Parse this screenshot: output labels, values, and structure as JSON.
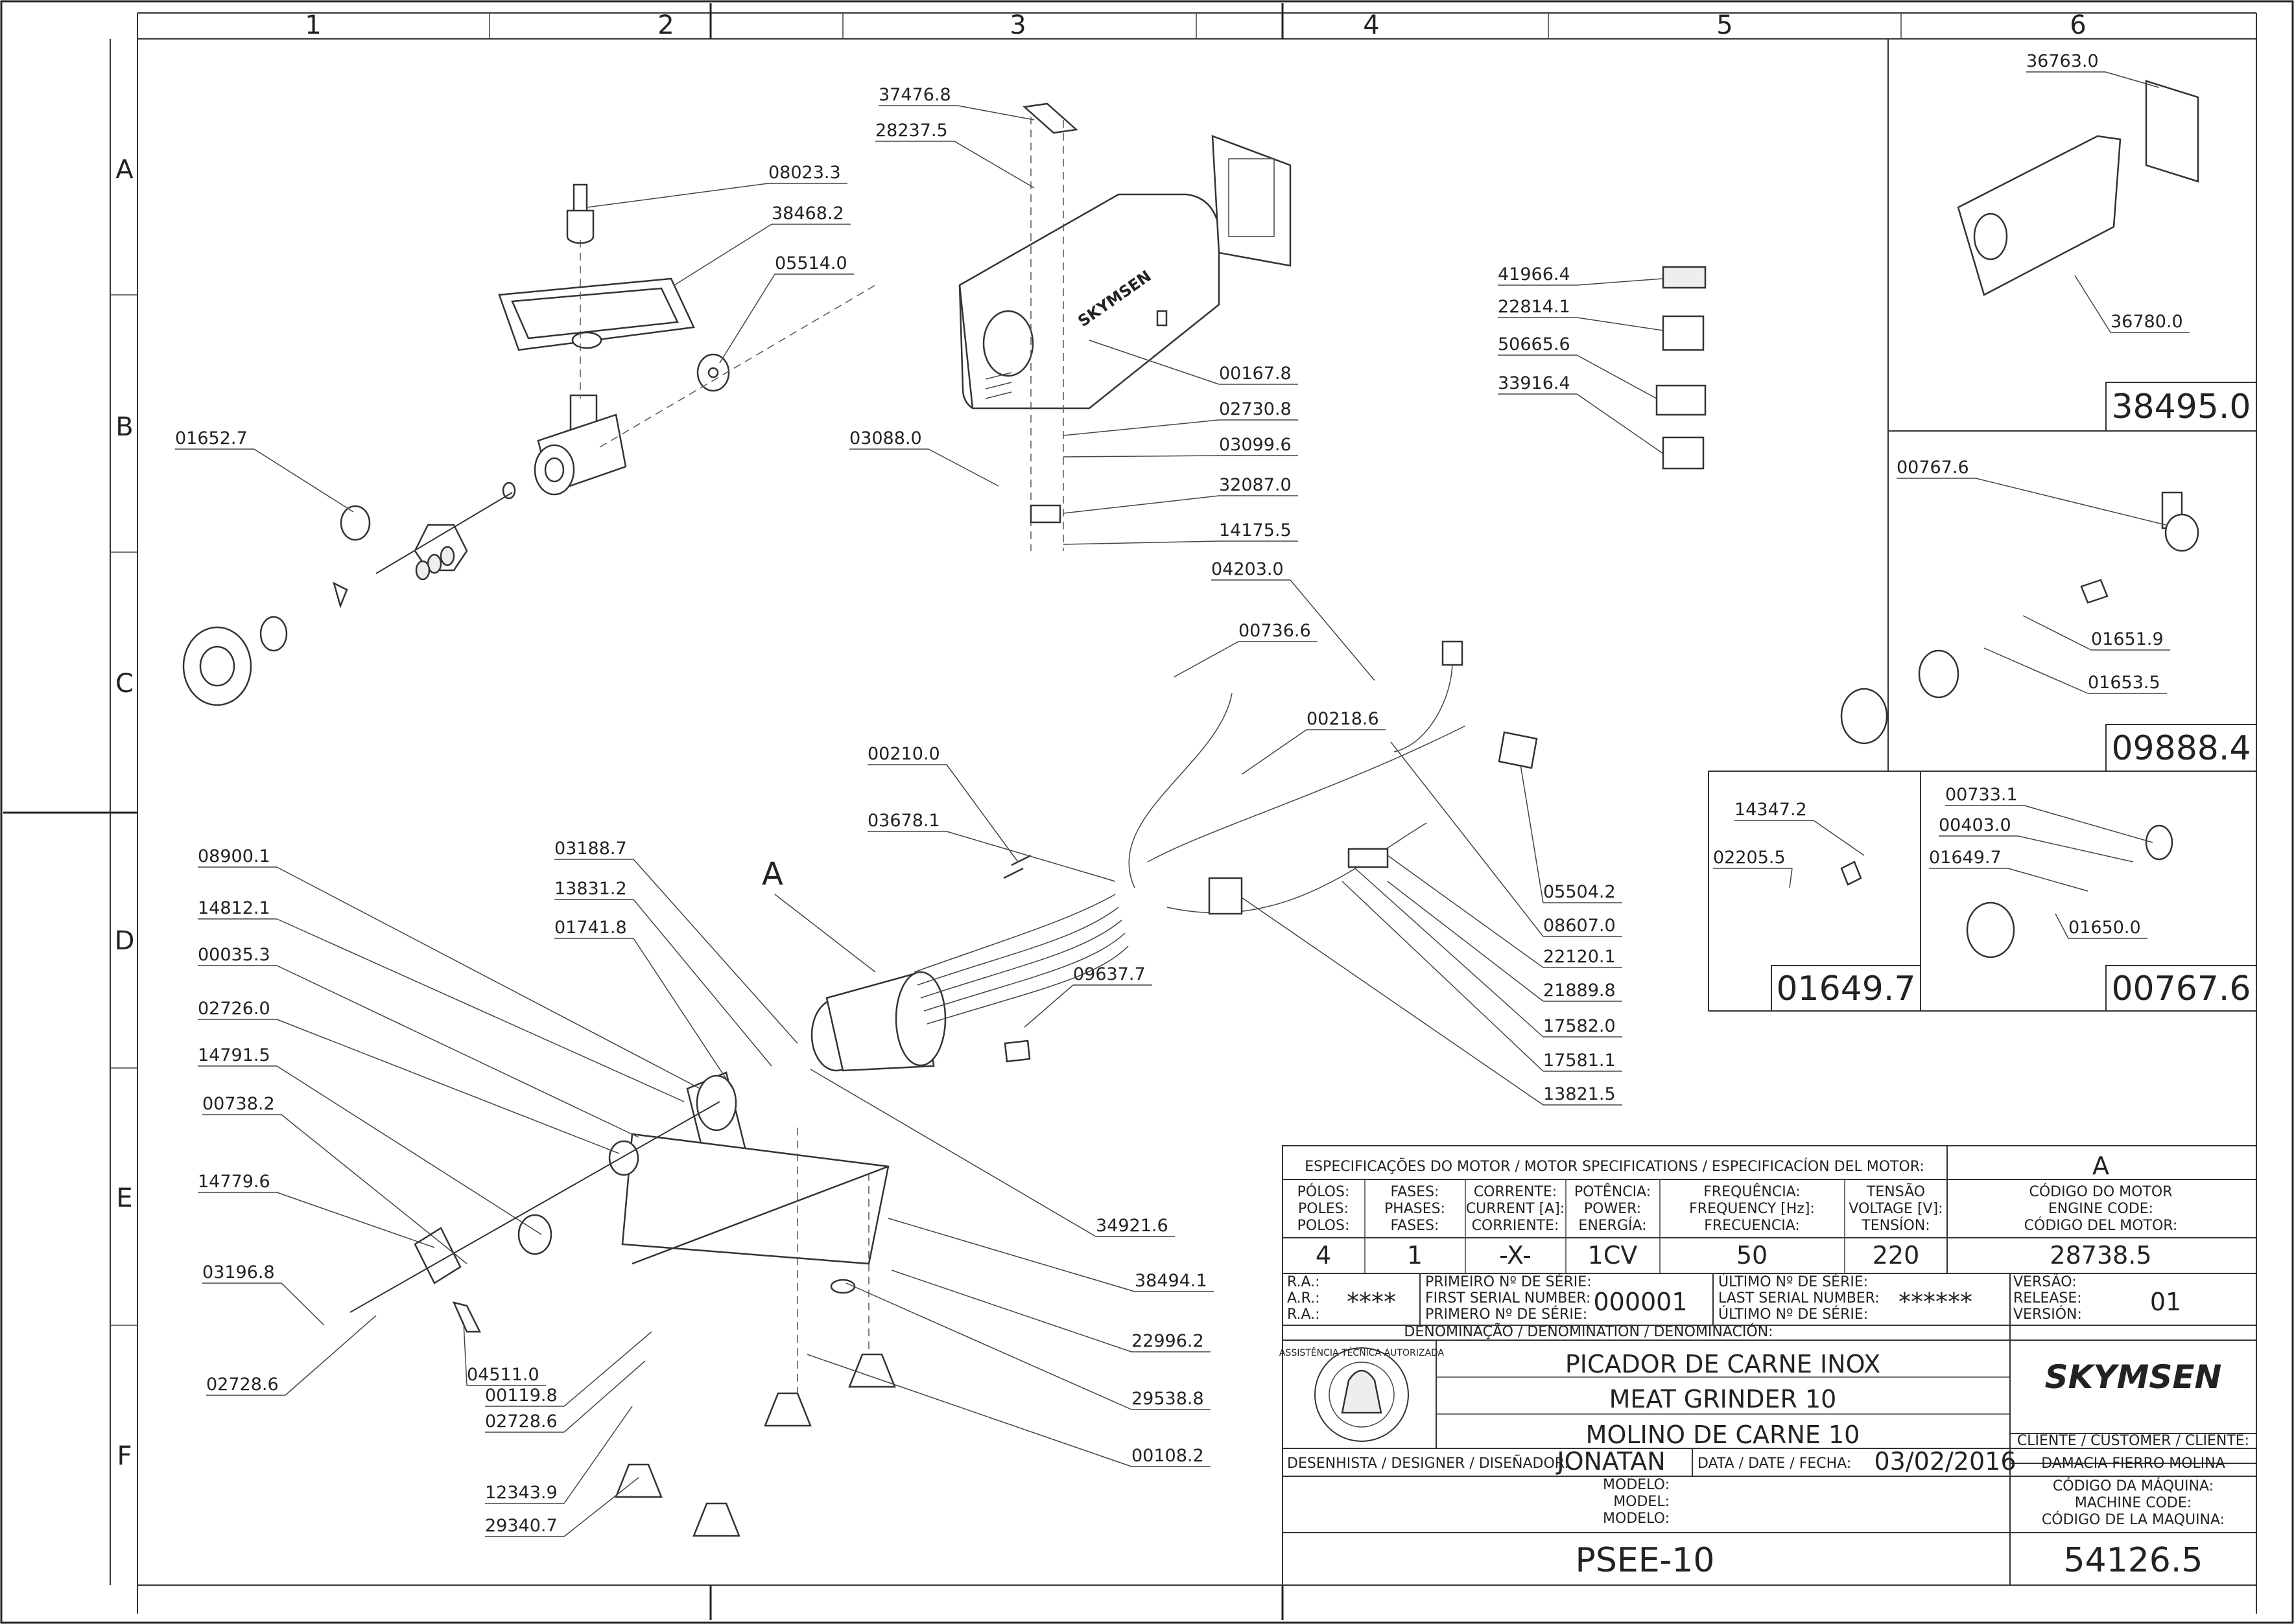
{
  "grid": {
    "columns": [
      "1",
      "2",
      "3",
      "4",
      "5",
      "6"
    ],
    "rows": [
      "A",
      "B",
      "C",
      "D",
      "E",
      "F"
    ]
  },
  "detail_letter": "A",
  "callouts": [
    "37476.8",
    "28237.5",
    "08023.3",
    "38468.2",
    "05514.0",
    "01652.7",
    "00167.8",
    "02730.8",
    "03099.6",
    "03088.0",
    "32087.0",
    "14175.5",
    "41966.4",
    "22814.1",
    "50665.6",
    "33916.4",
    "36763.0",
    "36780.0",
    "00767.6",
    "01651.9",
    "01653.5",
    "04203.0",
    "00736.6",
    "00218.6",
    "00210.0",
    "03678.1",
    "03188.7",
    "13831.2",
    "01741.8",
    "08900.1",
    "14812.1",
    "00035.3",
    "02726.0",
    "14791.5",
    "00738.2",
    "14779.6",
    "03196.8",
    "02728.6",
    "04511.0",
    "00119.8",
    "02728.6",
    "12343.9",
    "29340.7",
    "09637.7",
    "05504.2",
    "08607.0",
    "22120.1",
    "21889.8",
    "17582.0",
    "17581.1",
    "13821.5",
    "34921.6",
    "38494.1",
    "22996.2",
    "29538.8",
    "00108.2",
    "14347.2",
    "02205.5",
    "00733.1",
    "00403.0",
    "01649.7",
    "01650.0"
  ],
  "kit_boxes": [
    {
      "code": "38495.0"
    },
    {
      "code": "09888.4"
    },
    {
      "code": "01649.7"
    },
    {
      "code": "00767.6"
    }
  ],
  "title_block": {
    "motor_spec_header": "ESPECIFICAÇÕES DO MOTOR / MOTOR SPECIFICATIONS / ESPECIFICACÍON DEL MOTOR:",
    "version_letter": "A",
    "col_heads": [
      [
        "PÓLOS:",
        "POLES:",
        "POLOS:"
      ],
      [
        "FASES:",
        "PHASES:",
        "FASES:"
      ],
      [
        "CORRENTE:",
        "CURRENT [A]:",
        "CORRIENTE:"
      ],
      [
        "POTÊNCIA:",
        "POWER:",
        "ENERGÍA:"
      ],
      [
        "FREQUÊNCIA:",
        "FREQUENCY [Hz]:",
        "FRECUENCIA:"
      ],
      [
        "TENSÃO",
        "VOLTAGE [V]:",
        "TENSÍON:"
      ],
      [
        "CÓDIGO DO MOTOR",
        "ENGINE CODE:",
        "CÓDIGO DEL MOTOR:"
      ]
    ],
    "col_vals": [
      "4",
      "1",
      "-X-",
      "1CV",
      "50",
      "220",
      "28738.5"
    ],
    "ra_labels": [
      "R.A.:",
      "A.R.:",
      "R.A.:"
    ],
    "ra_value": "****",
    "first_serial_labels": [
      "PRIMEIRO Nº DE SÉRIE:",
      "FIRST SERIAL NUMBER:",
      "PRIMERO Nº DE SÉRIE:"
    ],
    "first_serial": "000001",
    "last_serial_labels": [
      "ÚLTIMO Nº DE SÉRIE:",
      "LAST SERIAL NUMBER:",
      "ÚLTIMO Nº DE SÉRIE:"
    ],
    "last_serial": "******",
    "version_labels": [
      "VERSÃO:",
      "RELEASE:",
      "VERSIÓN:"
    ],
    "version": "01",
    "denomination_header": "DENOMINAÇÃO / DENOMINATION / DENOMINACIÓN:",
    "names": [
      "PICADOR DE CARNE INOX",
      "MEAT GRINDER 10",
      "MOLINO DE CARNE 10"
    ],
    "brand": "SKYMSEN",
    "stamp_text": "ASSISTÊNCIA TÉCNICA AUTORIZADA",
    "customer_label": "CLIENTE / CUSTOMER / CLIENTE:",
    "customer": "DAMACIA FIERRO MOLINA",
    "designer_label": "DESENHISTA / DESIGNER / DISEÑADOR:",
    "designer": "JONATAN",
    "date_label": "DATA / DATE / FECHA:",
    "date": "03/02/2016",
    "model_labels": [
      "MODELO:",
      "MODEL:",
      "MODELO:"
    ],
    "machine_code_labels": [
      "CÓDIGO DA MÁQUINA:",
      "MACHINE CODE:",
      "CÓDIGO DE LA MAQUINA:"
    ],
    "model": "PSEE-10",
    "machine_code": "54126.5"
  }
}
